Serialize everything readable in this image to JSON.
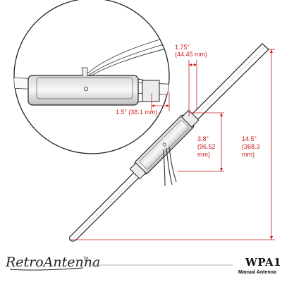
{
  "brand": {
    "logo_text": "RetroAntenna",
    "trademark": "TM",
    "model": "WPA1",
    "subtitle": "Manual Antenna"
  },
  "dimensions": [
    {
      "id": "mount_width",
      "lines": [
        "1.75\"",
        "(44.45 mm)"
      ]
    },
    {
      "id": "cap_length",
      "lines": [
        "1.5\" (38.1 mm)"
      ]
    },
    {
      "id": "body_length",
      "lines": [
        "3.8\"",
        "(96.52",
        "mm)"
      ]
    },
    {
      "id": "total_length",
      "lines": [
        "14.5\"",
        "(368.3",
        "mm)"
      ]
    }
  ],
  "colors": {
    "dimension": "#cc1f1f",
    "outline": "#222222",
    "background": "#ffffff"
  }
}
